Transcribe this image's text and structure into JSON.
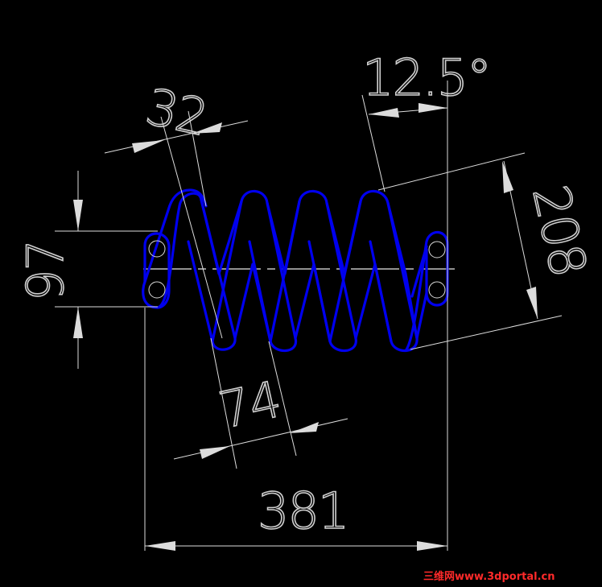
{
  "drawing": {
    "dimensions": {
      "outer_diameter": "208",
      "wire_pitch_top": "32",
      "pitch": "74",
      "helix_angle": "12.5°",
      "free_length": "381",
      "inner_height": "97"
    },
    "colors": {
      "background": "#000000",
      "spring": "#0000ee",
      "dimension": "#dcdcdc",
      "watermark": "#ff2a2a"
    },
    "watermark": "三维网www.3dportal.cn"
  }
}
